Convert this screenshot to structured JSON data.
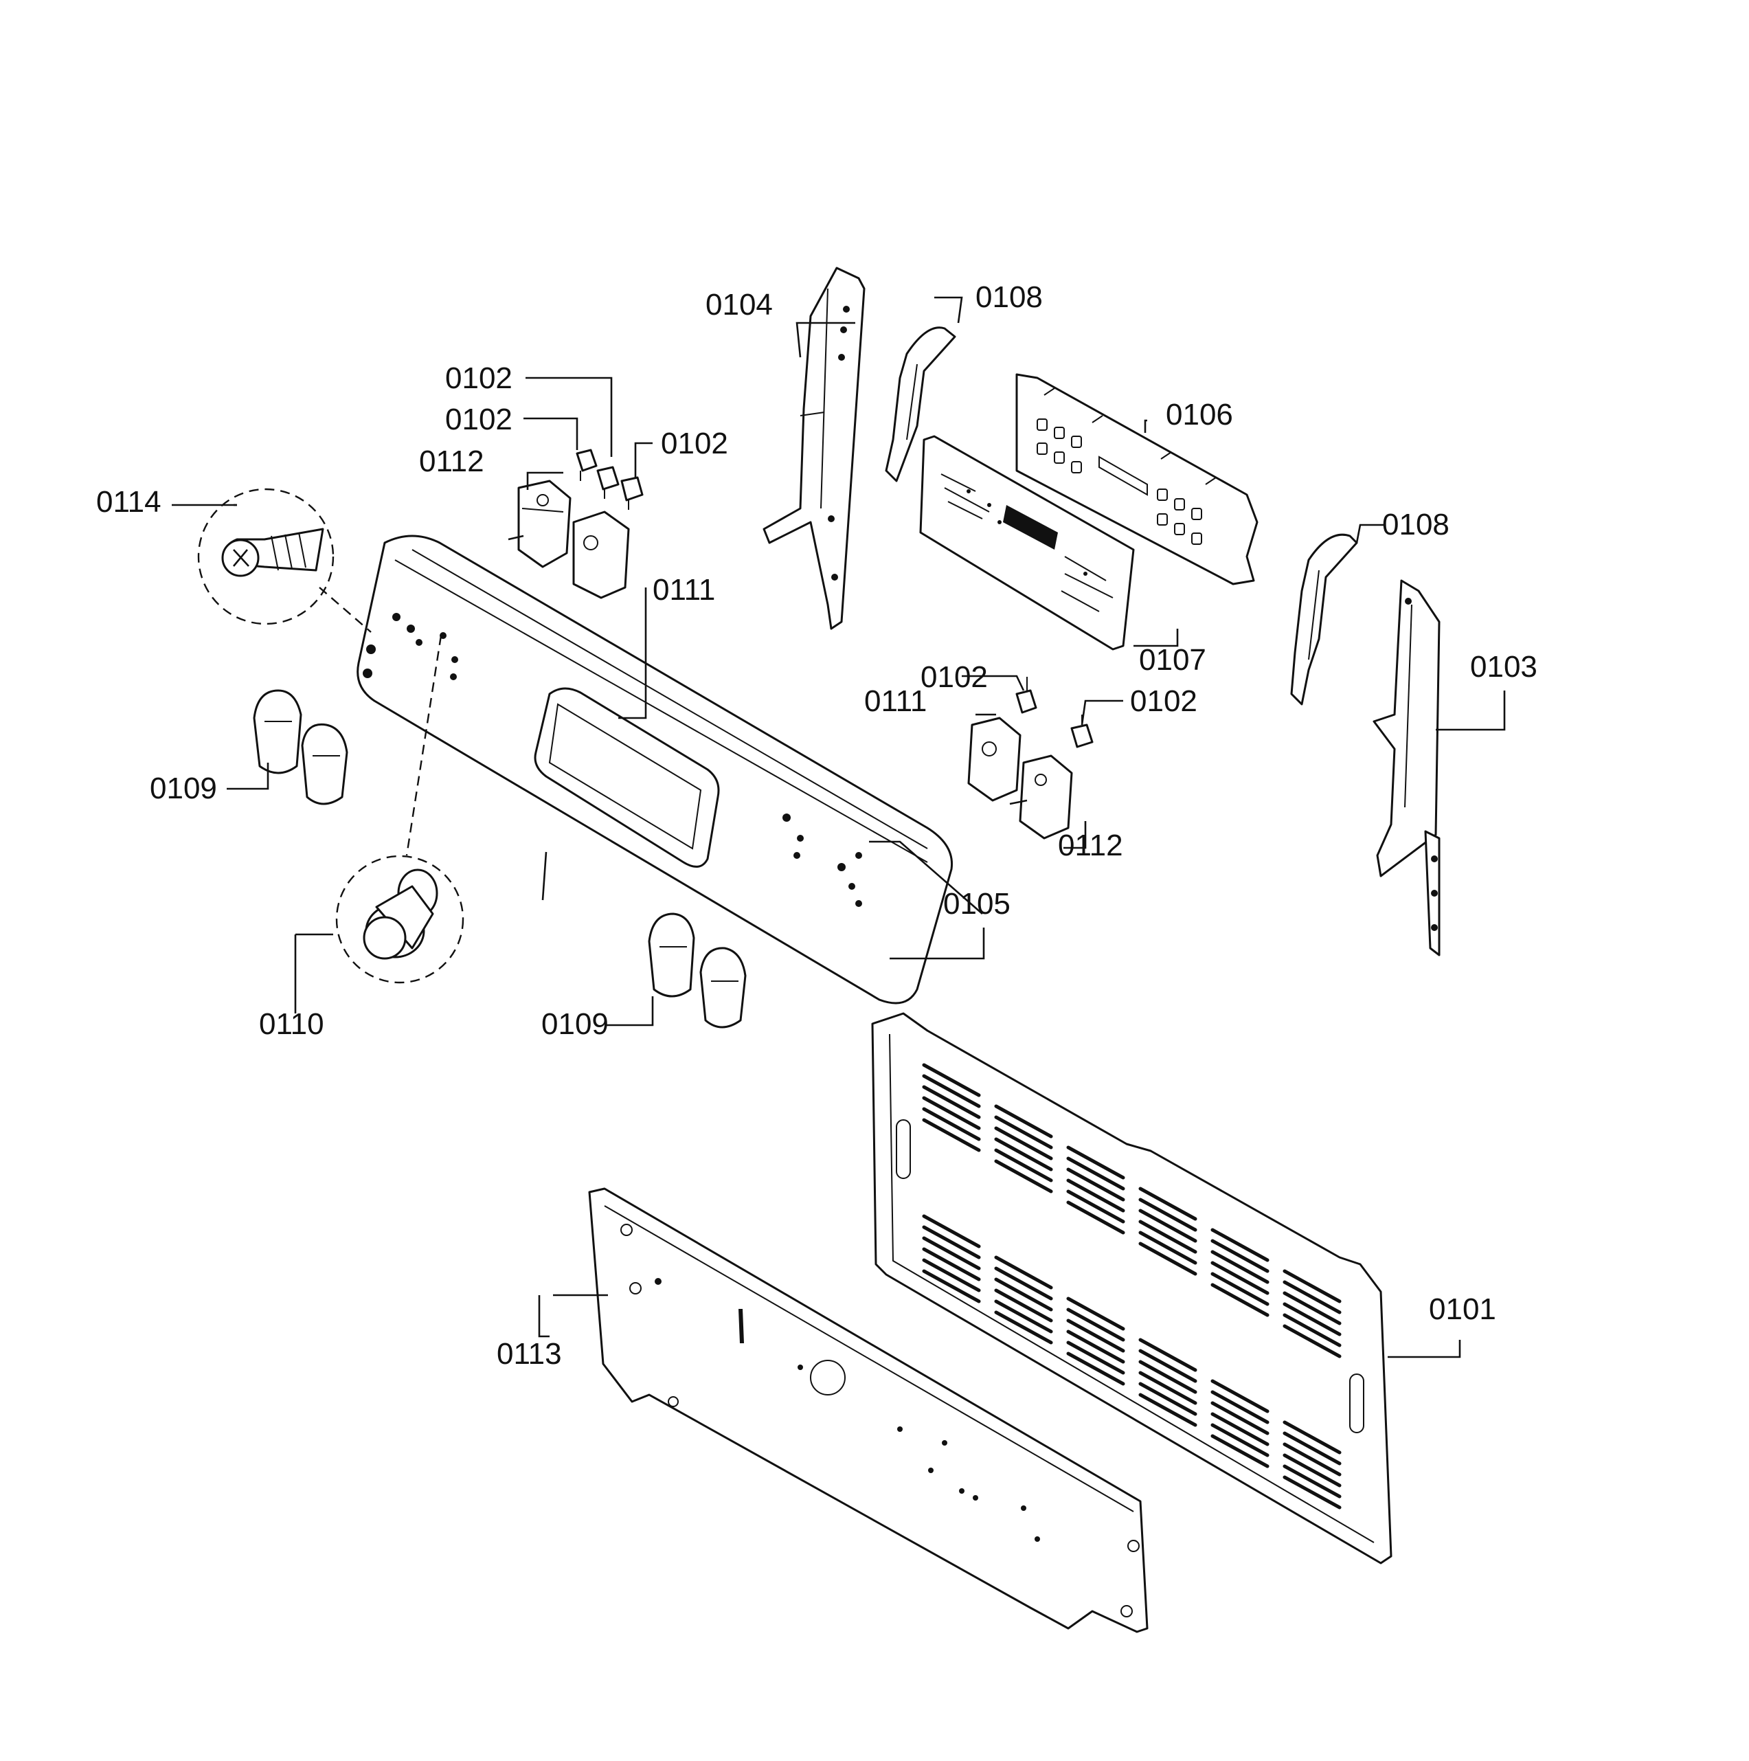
{
  "labels": {
    "p0101": "0101",
    "p0102a": "0102",
    "p0102b": "0102",
    "p0102c": "0102",
    "p0102d": "0102",
    "p0102e": "0102",
    "p0103": "0103",
    "p0104": "0104",
    "p0105": "0105",
    "p0106": "0106",
    "p0107": "0107",
    "p0108a": "0108",
    "p0108b": "0108",
    "p0109a": "0109",
    "p0109b": "0109",
    "p0110": "0110",
    "p0111a": "0111",
    "p0111b": "0111",
    "p0112a": "0112",
    "p0112b": "0112",
    "p0113": "0113",
    "p0114": "0114"
  }
}
